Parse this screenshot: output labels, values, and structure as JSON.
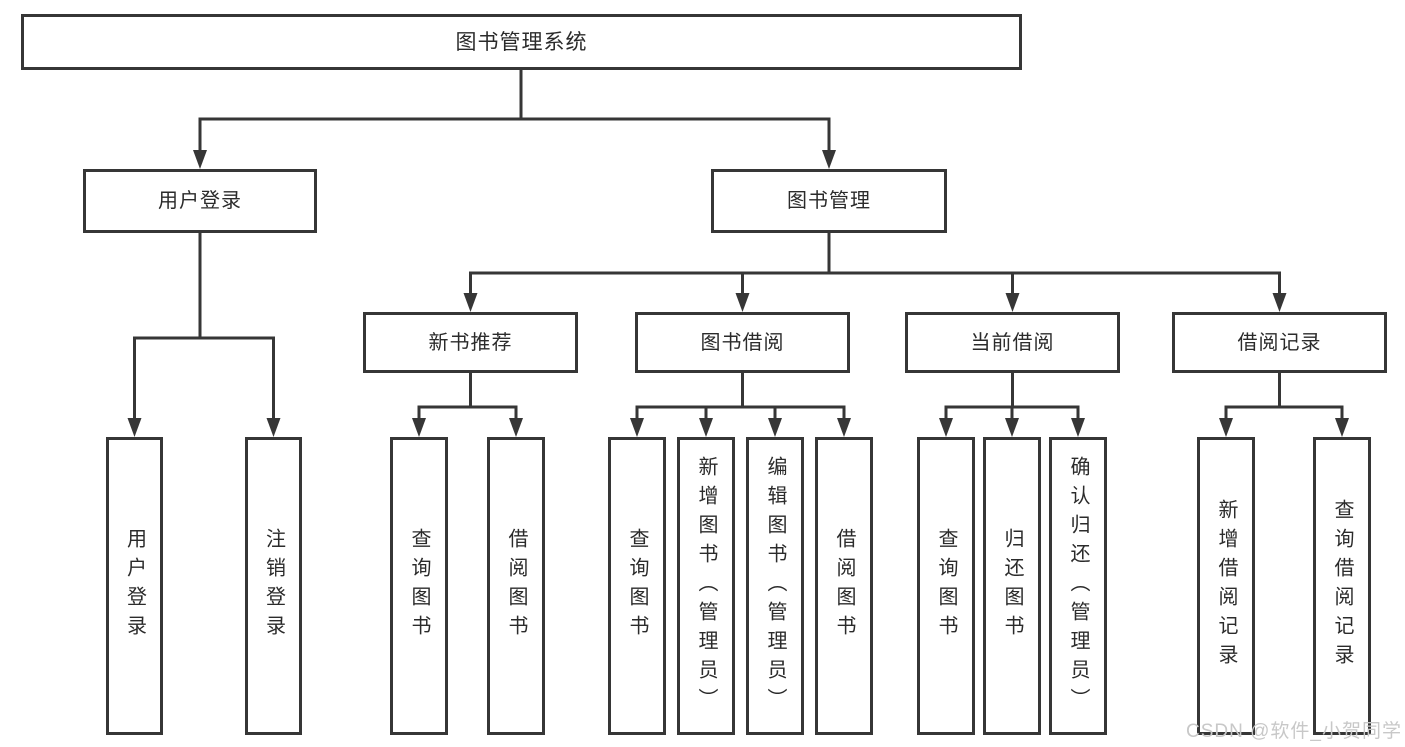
{
  "tree": {
    "label": "图书管理系统",
    "children": [
      {
        "label": "用户登录",
        "children": [
          {
            "label": "用户登录"
          },
          {
            "label": "注销登录"
          }
        ]
      },
      {
        "label": "图书管理",
        "children": [
          {
            "label": "新书推荐",
            "children": [
              {
                "label": "查询图书"
              },
              {
                "label": "借阅图书"
              }
            ]
          },
          {
            "label": "图书借阅",
            "children": [
              {
                "label": "查询图书"
              },
              {
                "label": "新增图书（管理员）"
              },
              {
                "label": "编辑图书（管理员）"
              },
              {
                "label": "借阅图书"
              }
            ]
          },
          {
            "label": "当前借阅",
            "children": [
              {
                "label": "查询图书"
              },
              {
                "label": "归还图书"
              },
              {
                "label": "确认归还（管理员）"
              }
            ]
          },
          {
            "label": "借阅记录",
            "children": [
              {
                "label": "新增借阅记录"
              },
              {
                "label": "查询借阅记录"
              }
            ]
          }
        ]
      }
    ]
  },
  "watermark": {
    "text": "CSDN @软件_小贺同学"
  },
  "colors": {
    "line": "#363636",
    "text": "#2b2b2b",
    "box_fill": "#ffffff",
    "background": "#ffffff",
    "watermark": "#c8c8c8"
  }
}
